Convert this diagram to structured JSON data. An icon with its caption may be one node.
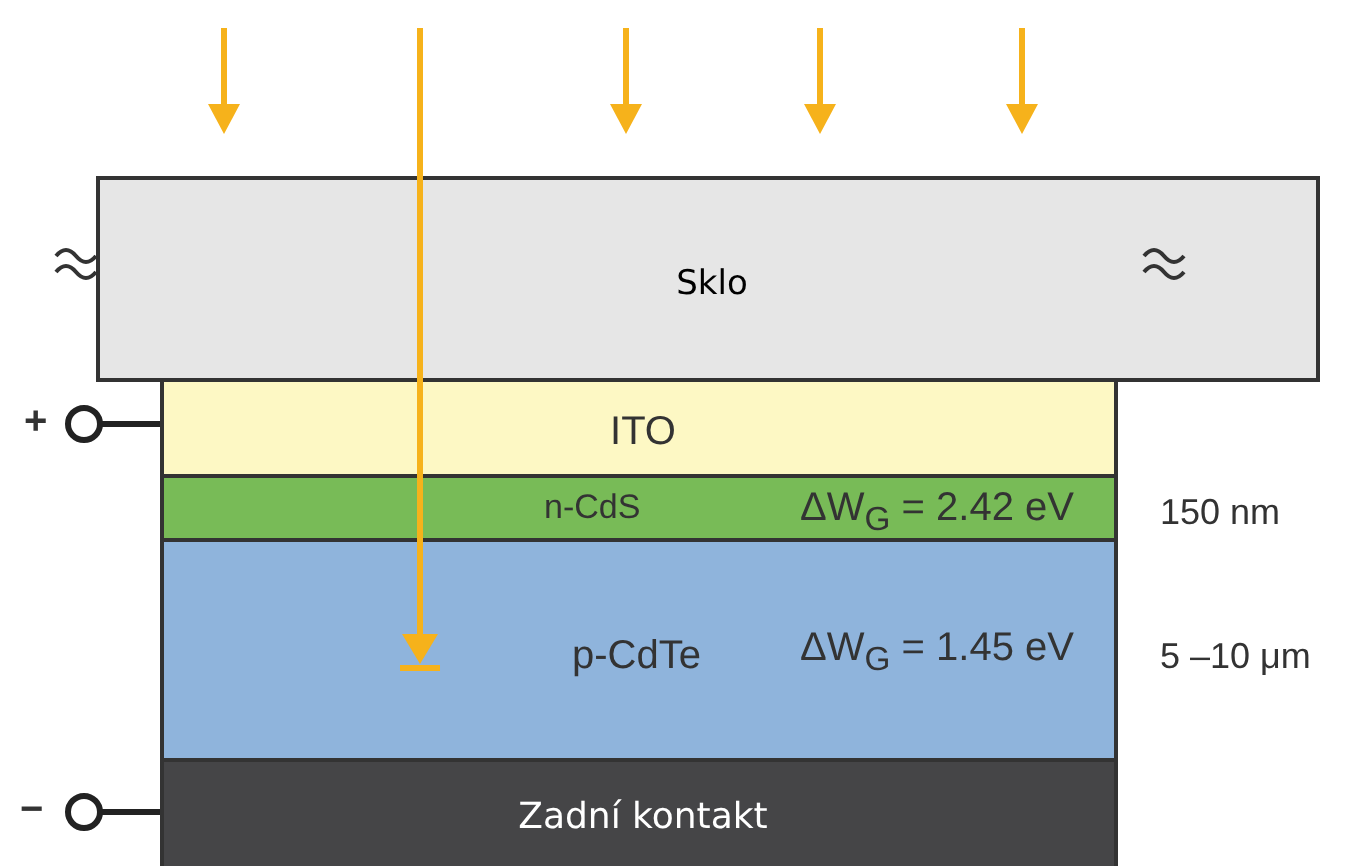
{
  "diagram": {
    "nodes": [
      {
        "text": [
          "Sklo"
        ]
      },
      {
        "text": [
          "ITO"
        ]
      },
      {
        "text": [
          "n-CdS",
          "ΔW$_{G}$ = 2.42 eV"
        ],
        "beside": [
          "150 nm"
        ]
      },
      {
        "text": [
          "p-CdTe",
          "ΔW$_{G}$ = 1.45 eV"
        ],
        "beside": [
          "5 –10 μm"
        ]
      },
      {
        "text": [
          "Zadní kontakt"
        ]
      },
      {
        "text": [],
        "shape": "circle"
      },
      {
        "text": [],
        "shape": "circle"
      }
    ],
    "edges": [
      {
        "from": 5,
        "to": 1,
        "arrow": "none"
      },
      {
        "from": 6,
        "to": 4,
        "arrow": "none"
      }
    ],
    "labels": [
      "+",
      "−"
    ]
  }
}
